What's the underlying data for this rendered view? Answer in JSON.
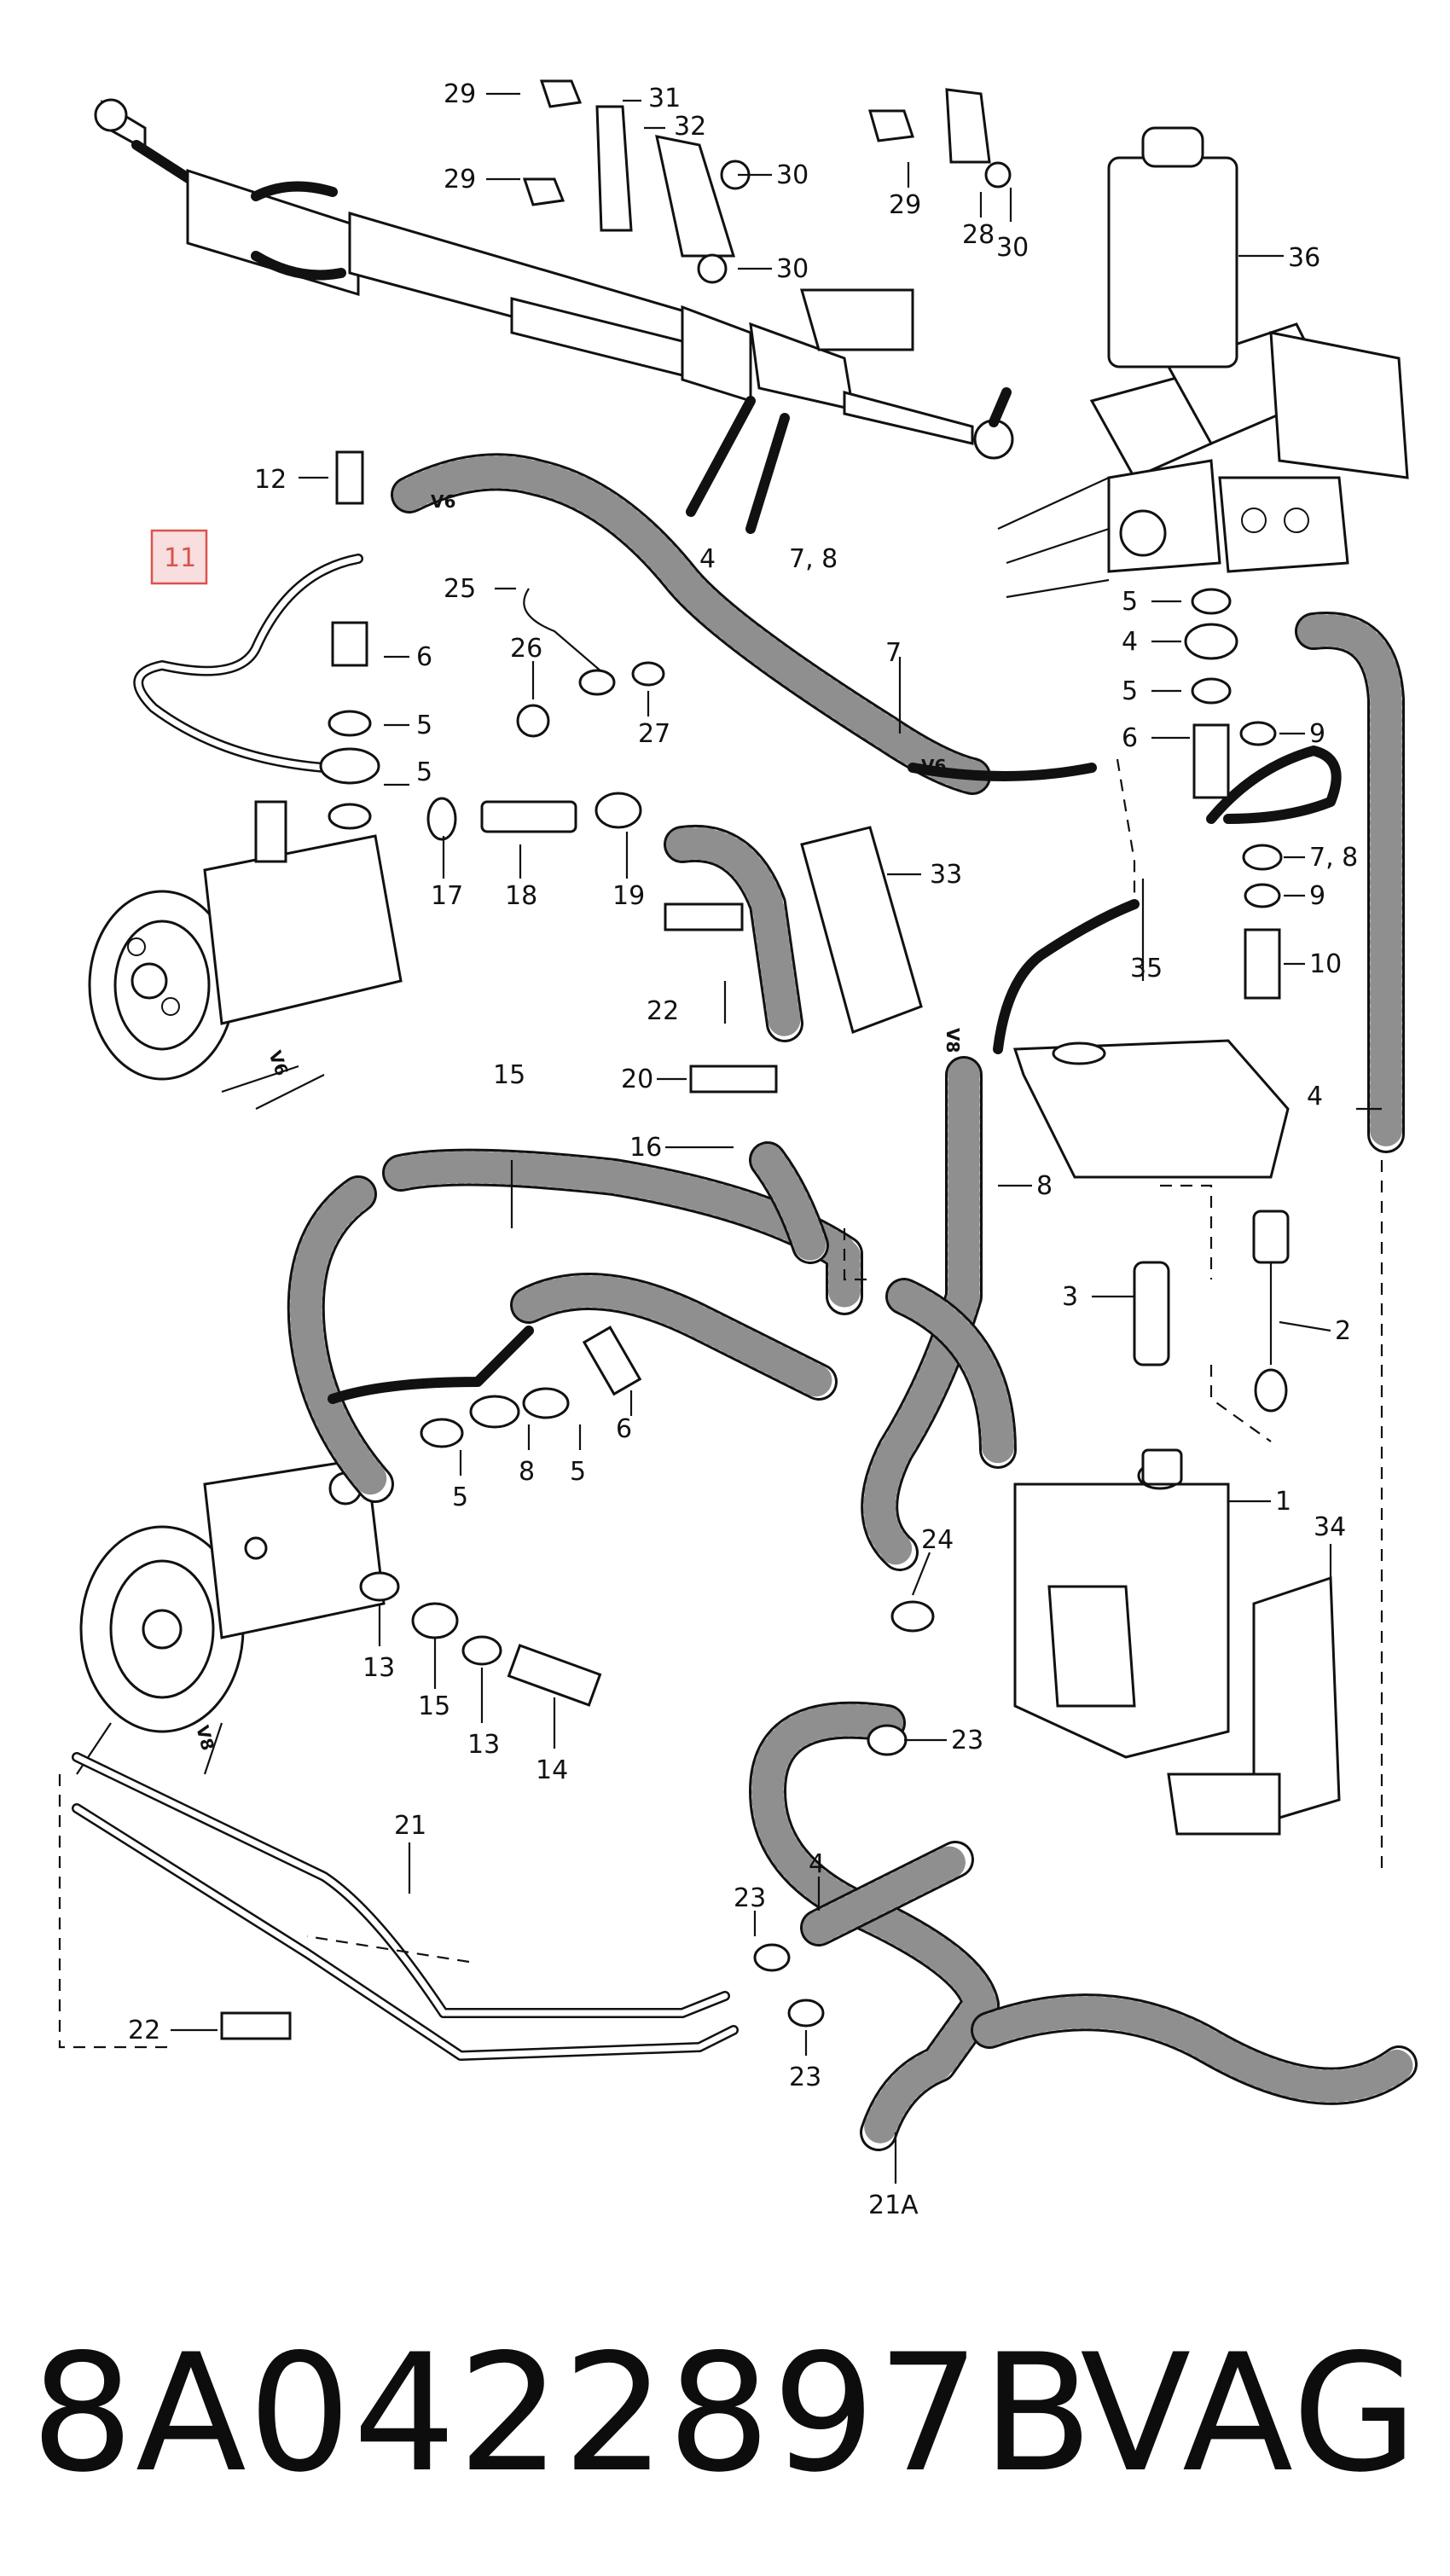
{
  "diagram": {
    "highlighted_callout": "11",
    "highlight_color": "#d9534f",
    "highlight_fill": "#f8dede",
    "callouts": {
      "c1": "1",
      "c2": "2",
      "c3": "3",
      "c4a": "4",
      "c4b": "4",
      "c4c": "4",
      "c4d": "4",
      "c5a": "5",
      "c5b": "5",
      "c5c": "5",
      "c5d": "5",
      "c5e": "5",
      "c5f": "5",
      "c6a": "6",
      "c6b": "6",
      "c6c": "6",
      "c7": "7",
      "c78a": "7, 8",
      "c78b": "7, 8",
      "c8a": "8",
      "c8b": "8",
      "c9a": "9",
      "c9b": "9",
      "c10": "10",
      "c11": "11",
      "c12": "12",
      "c13a": "13",
      "c13b": "13",
      "c14": "14",
      "c15a": "15",
      "c15b": "15",
      "c16": "16",
      "c17": "17",
      "c18": "18",
      "c19": "19",
      "c20": "20",
      "c21": "21",
      "c21a": "21A",
      "c22a": "22",
      "c22b": "22",
      "c23a": "23",
      "c23b": "23",
      "c23c": "23",
      "c24": "24",
      "c25": "25",
      "c26": "26",
      "c27": "27",
      "c28": "28",
      "c29a": "29",
      "c29b": "29",
      "c29c": "29",
      "c30a": "30",
      "c30b": "30",
      "c30c": "30",
      "c31": "31",
      "c32": "32",
      "c33": "33",
      "c34": "34",
      "c35": "35",
      "c36": "36"
    },
    "hose_markings": {
      "v6a": "V6",
      "v6b": "V6",
      "v6c": "V6",
      "v8": "V8",
      "v8b": "V8"
    }
  },
  "footer": {
    "part_number": "8A0422897B",
    "brand": "VAG"
  }
}
